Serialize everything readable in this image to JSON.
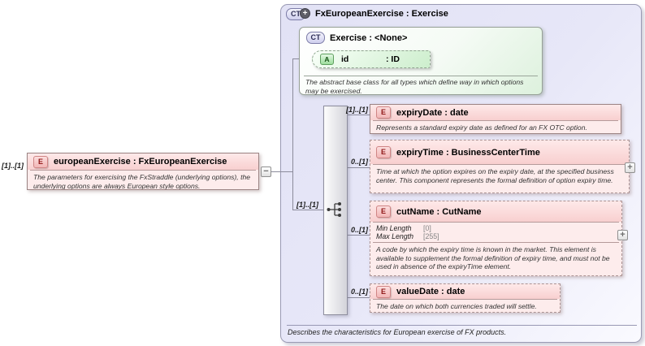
{
  "root_element": {
    "cardinality": "[1]..[1]",
    "badge": "E",
    "title": "europeanExercise : FxEuropeanExercise",
    "annotation": "The parameters for exercising the FxStraddle (underlying options), the underlying options are always European style options.",
    "collapse_glyph": "−"
  },
  "complex_type": {
    "badge": "CT",
    "plus_glyph": "+",
    "title": "FxEuropeanExercise : Exercise",
    "footer": "Describes the characteristics for European exercise of FX products.",
    "base_type": {
      "badge": "CT",
      "title": "Exercise : <None>",
      "attribute": {
        "badge": "A",
        "name": "id",
        "type": ": ID"
      },
      "annotation": "The abstract base class for all types which define way in which options may be exercised."
    },
    "sequence": {
      "cardinality": "[1]..[1]"
    },
    "children": [
      {
        "cardinality": "[1]..[1]",
        "badge": "E",
        "title": "expiryDate : date",
        "annotation": "Represents a standard expiry date as defined for an FX OTC option."
      },
      {
        "cardinality": "0..[1]",
        "badge": "E",
        "title": "expiryTime : BusinessCenterTime",
        "annotation": "Time at which the option expires on the expiry date, at the specified business center. This component represents the formal definition of option expiry time.",
        "expand_glyph": "+"
      },
      {
        "cardinality": "0..[1]",
        "badge": "E",
        "title": "cutName : CutName",
        "facets": [
          {
            "label": "Min Length",
            "value": "[0]"
          },
          {
            "label": "Max Length",
            "value": "[255]"
          }
        ],
        "annotation": "A code by which the expiry time is known in the market. This element is available to supplement the formal definition of expiry time, and must not be used in absence of the expiryTime element.",
        "expand_glyph": "+"
      },
      {
        "cardinality": "0..[1]",
        "badge": "E",
        "title": "valueDate : date",
        "annotation": "The date on which both currencies traded will settle."
      }
    ]
  },
  "colors": {
    "element_pink": "#f8cfcf",
    "type_green": "#ddf1dd",
    "container_lavender": "#e5e5f6",
    "attribute_green": "#cdeecd"
  }
}
